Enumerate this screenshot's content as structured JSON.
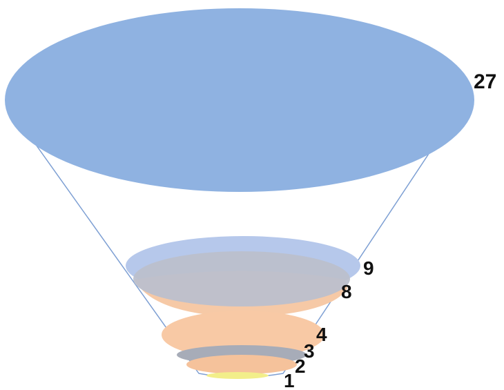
{
  "diagram": {
    "levels": [
      {
        "label": "27",
        "fill": "#8fb2e1"
      },
      {
        "label": "9",
        "fill": "#b6c8eb"
      },
      {
        "label": "8",
        "fill": "#f6c9a6"
      },
      {
        "label": "4",
        "fill": "#f8c9a5"
      },
      {
        "label": "3",
        "fill": "#a7acb8"
      },
      {
        "label": "2",
        "fill": "#f5c29b"
      },
      {
        "label": "1",
        "fill": "#f2ee8a"
      }
    ],
    "cone_line_color": "#7d9fd3",
    "inner_shadow_fill": "#bcc0cc"
  }
}
